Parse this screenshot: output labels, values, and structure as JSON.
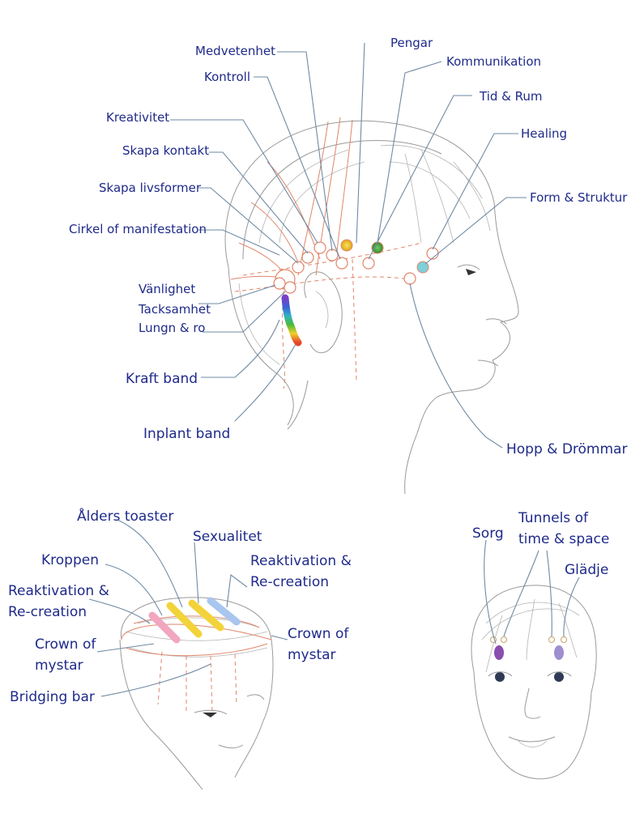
{
  "profile_labels": {
    "medvetenhet": "Medvetenhet",
    "pengar": "Pengar",
    "kontroll": "Kontroll",
    "kommunikation": "Kommunikation",
    "tid_rum": "Tid & Rum",
    "kreativitet": "Kreativitet",
    "healing": "Healing",
    "skapa_kontakt": "Skapa kontakt",
    "skapa_livsformer": "Skapa livsformer",
    "form_struktur": "Form & Struktur",
    "cirkel": "Cirkel of manifestation",
    "vanlighet": "Vänlighet",
    "tacksamhet": "Tacksamhet",
    "lungn": "Lungn & ro",
    "kraft_band": "Kraft band",
    "inplant_band": "Inplant band",
    "hopp": "Hopp & Drömmar"
  },
  "crown_labels": {
    "alders_toaster": "Ålders toaster",
    "sexualitet": "Sexualitet",
    "kroppen": "Kroppen",
    "reaktivation_right_1": "Reaktivation &",
    "reaktivation_right_2": "Re-creation",
    "reaktivation_left_1": "Reaktivation &",
    "reaktivation_left_2": "Re-creation",
    "crown_left_1": "Crown of",
    "crown_left_2": "mystar",
    "crown_right_1": "Crown of",
    "crown_right_2": "mystar",
    "bridging_bar": "Bridging bar"
  },
  "front_labels": {
    "sorg": "Sorg",
    "tunnels_1": "Tunnels of",
    "tunnels_2": "time & space",
    "gladje": "Glädje"
  },
  "colors": {
    "label_text": "#1f2a8a",
    "leader_line": "#6f8aa3",
    "energy_line": "#e0866a",
    "point_yellow": "#e8c21a",
    "point_green": "#4aa33a",
    "point_cyan": "#7fd0d8",
    "point_purple": "#8a4db0",
    "point_lavender": "#a08fd0",
    "bar_pink": "#f2a6c0",
    "bar_yellow": "#f3d33a",
    "bar_blue": "#a9c6ef"
  }
}
